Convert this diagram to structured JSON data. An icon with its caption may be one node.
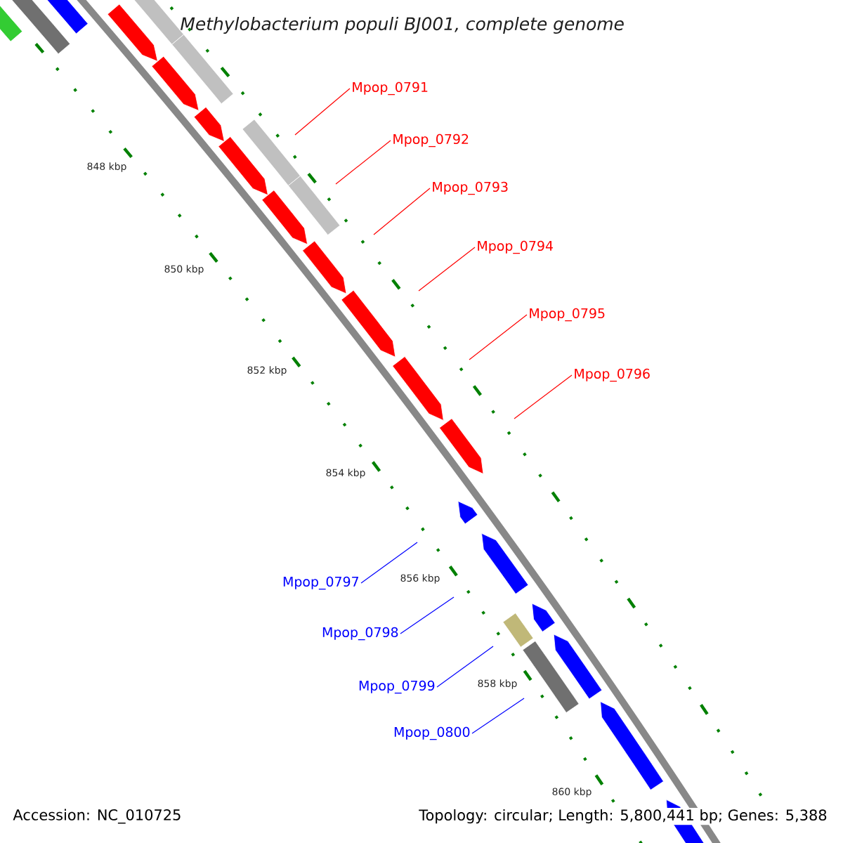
{
  "diagram": {
    "title": "Methylobacterium populi BJ001, complete genome",
    "nodes": [
      {
        "text": [
          "Mpop_0791"
        ]
      },
      {
        "text": [
          "Mpop_0792"
        ]
      },
      {
        "text": [
          "Mpop_0793"
        ]
      },
      {
        "text": [
          "Mpop_0794"
        ]
      },
      {
        "text": [
          "Mpop_0795"
        ]
      },
      {
        "text": [
          "Mpop_0796"
        ]
      },
      {
        "text": [
          "Mpop_0797"
        ]
      },
      {
        "text": [
          "Mpop_0798"
        ]
      },
      {
        "text": [
          "Mpop_0799"
        ]
      },
      {
        "text": [
          "Mpop_0800"
        ]
      }
    ],
    "edges": [
      {
        "from": 0,
        "to": null,
        "arrow": "none",
        "color": "#ff0000"
      },
      {
        "from": 1,
        "to": null,
        "arrow": "none",
        "color": "#ff0000"
      },
      {
        "from": 2,
        "to": null,
        "arrow": "none",
        "color": "#ff0000"
      },
      {
        "from": 3,
        "to": null,
        "arrow": "none",
        "color": "#ff0000"
      },
      {
        "from": 4,
        "to": null,
        "arrow": "none",
        "color": "#ff0000"
      },
      {
        "from": 5,
        "to": null,
        "arrow": "none",
        "color": "#ff0000"
      },
      {
        "from": 6,
        "to": null,
        "arrow": "none",
        "color": "#0000ff"
      },
      {
        "from": 7,
        "to": null,
        "arrow": "none",
        "color": "#0000ff"
      },
      {
        "from": 8,
        "to": null,
        "arrow": "none",
        "color": "#0000ff"
      },
      {
        "from": 9,
        "to": null,
        "arrow": "none",
        "color": "#0000ff"
      }
    ],
    "labels": [
      "848 kbp",
      "850 kbp",
      "852 kbp",
      "854 kbp",
      "856 kbp",
      "858 kbp",
      "860 kbp",
      "Accession: NC_010725",
      "Topology: circular; Length: 5,800,441 bp; Genes: 5,388"
    ]
  }
}
